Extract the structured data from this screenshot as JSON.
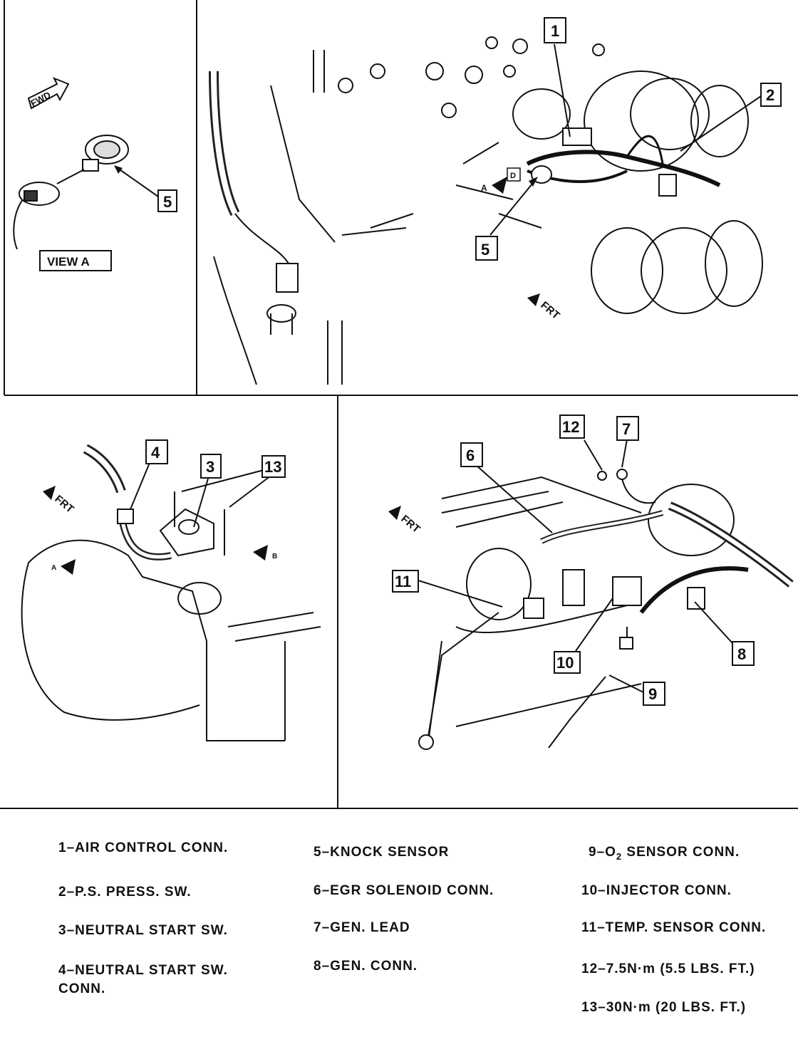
{
  "view_label": "VIEW  A",
  "fwd_label": "FWD",
  "frt_label": "FRT",
  "view_marker_a": "A",
  "view_marker_d": "D",
  "view_marker_b": "B",
  "callouts": {
    "c1": "1",
    "c2": "2",
    "c3": "3",
    "c4": "4",
    "c5a": "5",
    "c5b": "5",
    "c6": "6",
    "c7": "7",
    "c8": "8",
    "c9": "9",
    "c10": "10",
    "c11": "11",
    "c12": "12",
    "c13": "13"
  },
  "legend": {
    "i1": "1–AIR CONTROL CONN.",
    "i2": "2–P.S. PRESS. SW.",
    "i3": "3–NEUTRAL START SW.",
    "i4": "4–NEUTRAL START SW.\n      CONN.",
    "i5": "5–KNOCK SENSOR",
    "i6": "6–EGR SOLENOID CONN.",
    "i7": "7–GEN. LEAD",
    "i8": "8–GEN. CONN.",
    "i9_prefix": "9–O",
    "i9_sub": "2",
    "i9_suffix": " SENSOR CONN.",
    "i10": "10–INJECTOR CONN.",
    "i11": "11–TEMP. SENSOR CONN.",
    "i12": "12–7.5N·m (5.5 LBS. FT.)",
    "i13": "13–30N·m (20 LBS. FT.)"
  }
}
